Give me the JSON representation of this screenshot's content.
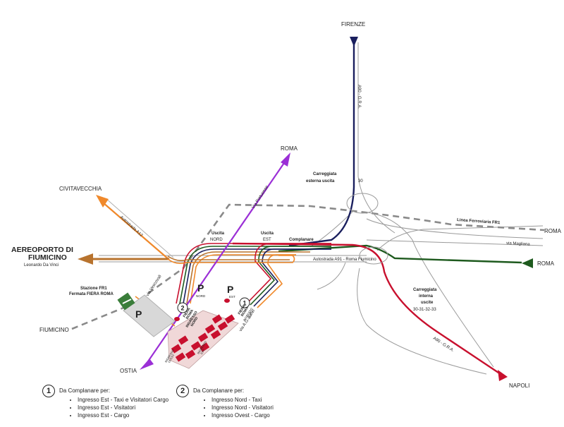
{
  "labels": {
    "firenze": "FIRENZE",
    "roma_north": "ROMA",
    "roma_east_rail": "ROMA",
    "roma_east_road": "ROMA",
    "civitavecchia": "CIVITAVECCHIA",
    "fiumicino": "FIUMICINO",
    "ostia": "OSTIA",
    "napoli": "NAPOLI",
    "airport_title": "AEREOPORTO DI FIUMICINO",
    "airport_line1": "AEREOPORTO DI",
    "airport_line2": "FIUMICINO",
    "airport_sub": "Leonardo Da Vinci",
    "station_line1": "Stazione FR1",
    "station_line2": "Fermata FIERA ROMA",
    "uscita_nord_1": "Uscita",
    "uscita_nord_2": "NORD",
    "uscita_est_1": "Uscita",
    "uscita_est_2": "EST",
    "complanare": "Complanare",
    "carr_esterna_1": "Carreggiata",
    "carr_esterna_2": "esterna uscita",
    "carr_esterna_3": "30",
    "carr_interna_1": "Carreggiata",
    "carr_interna_2": "interna",
    "carr_interna_3": "uscite",
    "carr_interna_4": "30-31-32-33",
    "linea_ferroviaria": "Linea Ferroviaria FR1",
    "via_magliana": "via Magliana",
    "autostrada_a91": "Autostrada A91 - Roma Fiumicino",
    "autostrada_a12": "Autostrada A12",
    "a90_north": "A90 - G.R.A.",
    "a90_south": "A90 - G.R.A.",
    "via_portuense": "Via Portuense",
    "via_vescovali": "via Vescovali",
    "via_eiffel": "via A.G. Eiffel",
    "parking": "P",
    "parking_nord": "NORD",
    "parking_est": "EST",
    "marker_1": "1",
    "marker_2": "2",
    "fiera_1": "FIERA",
    "fiera_2": "ROMA",
    "ingresso_nord_1": "INGRESSO",
    "ingresso_nord_2": "NORD",
    "ingresso_est_1": "INGRESSO",
    "ingresso_est_2": "EST",
    "ingresso_ovest_1": "INGRESSO",
    "ingresso_ovest_2": "OVEST"
  },
  "legend": [
    {
      "number": "1",
      "heading": "Da Complanare per:",
      "items": [
        "Ingresso Est - Taxi e Visitatori Cargo",
        "Ingresso Est - Visitatori",
        "Ingresso Est - Cargo"
      ]
    },
    {
      "number": "2",
      "heading": "Da Complanare per:",
      "items": [
        "Ingresso Nord - Taxi",
        "Ingresso Nord - Visitatori",
        "Ingresso Ovest - Cargo"
      ]
    }
  ],
  "colors": {
    "gra": "#1a1f5e",
    "napoli_road": "#c8102e",
    "a91_green": "#1e5a1e",
    "airport_road": "#b8732e",
    "a12_orange": "#f0892b",
    "portuense": "#9b2fd6",
    "rail": "#8a8a8a",
    "fiera": "#c8102e",
    "fiera_sign": "#2d3e8f"
  }
}
